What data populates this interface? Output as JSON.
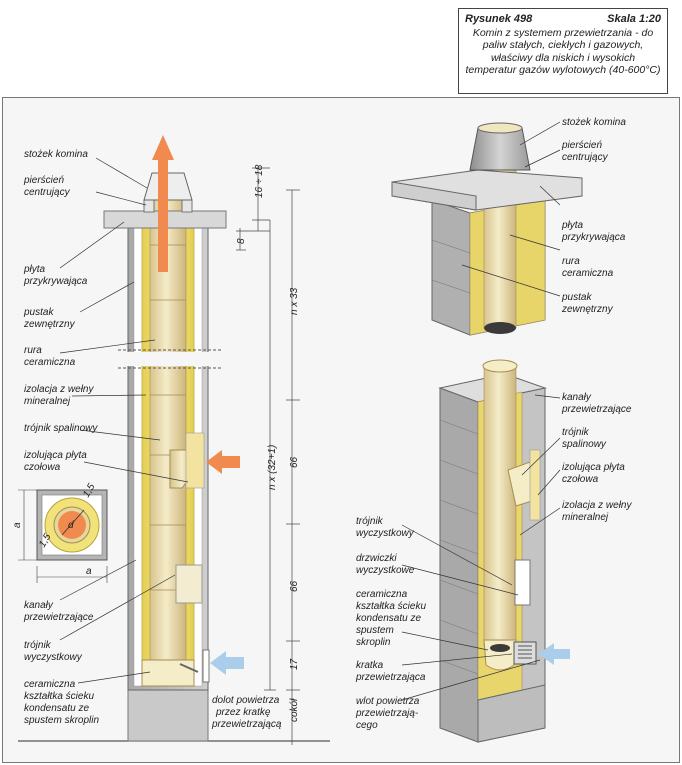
{
  "caption": {
    "figure": "Rysunek 498",
    "scale": "Skala 1:20",
    "description": "Komin z systemem przewietrzania - do paliw stałych, ciekłych i gazowych, właściwy dla niskich i wysokich temperatur gazów wylotowych (40-600°C)"
  },
  "left_labels": {
    "stozek": "stożek komina",
    "pierscien_1": "pierścień",
    "pierscien_2": "centrujący",
    "plyta_1": "płyta",
    "plyta_2": "przykrywająca",
    "pustak_1": "pustak",
    "pustak_2": "zewnętrzny",
    "rura_1": "rura",
    "rura_2": "ceramiczna",
    "izolacja_1": "izolacja z wełny",
    "izolacja_2": "mineralnej",
    "trojnik_spal": "trójnik spalinowy",
    "plyta_czol_1": "izolująca płyta",
    "plyta_czol_2": "czołowa",
    "kanaly_1": "kanały",
    "kanaly_2": "przewietrzające",
    "trojnik_wycz_1": "trójnik",
    "trojnik_wycz_2": "wyczystkowy",
    "ksztaltka_1": "ceramiczna",
    "ksztaltka_2": "kształtka ścieku",
    "ksztaltka_3": "kondensatu ze",
    "ksztaltka_4": "spustem skroplin",
    "dolot_1": "dolot powietrza",
    "dolot_2": "przez kratkę",
    "dolot_3": "przewietrzającą"
  },
  "dimensions": {
    "d1": "16 ÷ 18",
    "d2": "8",
    "d3": "n x 33",
    "d4": "n x (32+1)",
    "d5": "66",
    "d6": "66",
    "d7": "17",
    "d8": "cokół",
    "sec_a_side": "a",
    "sec_a_bottom": "a",
    "sec_d": "d",
    "sec_15a": "1,5",
    "sec_15b": "1,5"
  },
  "right_top_labels": {
    "stozek": "stożek komina",
    "pierscien_1": "pierścień",
    "pierscien_2": "centrujący",
    "plyta_1": "płyta",
    "plyta_2": "przykrywająca",
    "rura_1": "rura",
    "rura_2": "ceramiczna",
    "pustak_1": "pustak",
    "pustak_2": "zewnętrzny"
  },
  "right_bottom_labels": {
    "kanaly_1": "kanały",
    "kanaly_2": "przewietrzające",
    "trojnik_spal_1": "trójnik",
    "trojnik_spal_2": "spalinowy",
    "plyta_czol_1": "izolująca płyta",
    "plyta_czol_2": "czołowa",
    "izolacja_1": "izolacja z wełny",
    "izolacja_2": "mineralnej",
    "trojnik_wycz_1": "trójnik",
    "trojnik_wycz_2": "wyczystkowy",
    "drzwiczki_1": "drzwiczki",
    "drzwiczki_2": "wyczystkowe",
    "ksztaltka_1": "ceramiczna",
    "ksztaltka_2": "kształtka ścieku",
    "ksztaltka_3": "kondensatu ze",
    "ksztaltka_4": "spustem",
    "ksztaltka_5": "skroplin",
    "kratka_1": "kratka",
    "kratka_2": "przewietrzająca",
    "wlot_1": "wlot powietrza",
    "wlot_2": "przewietrzają-",
    "wlot_3": "cego"
  },
  "colors": {
    "insulation": "#f1e27a",
    "ceramic_pipe": "#efe3b8",
    "block": "#b9b9b9",
    "cap": "#d9d9d9",
    "flue_arrow": "#f08a4e",
    "air_arrow": "#a9cdea"
  }
}
